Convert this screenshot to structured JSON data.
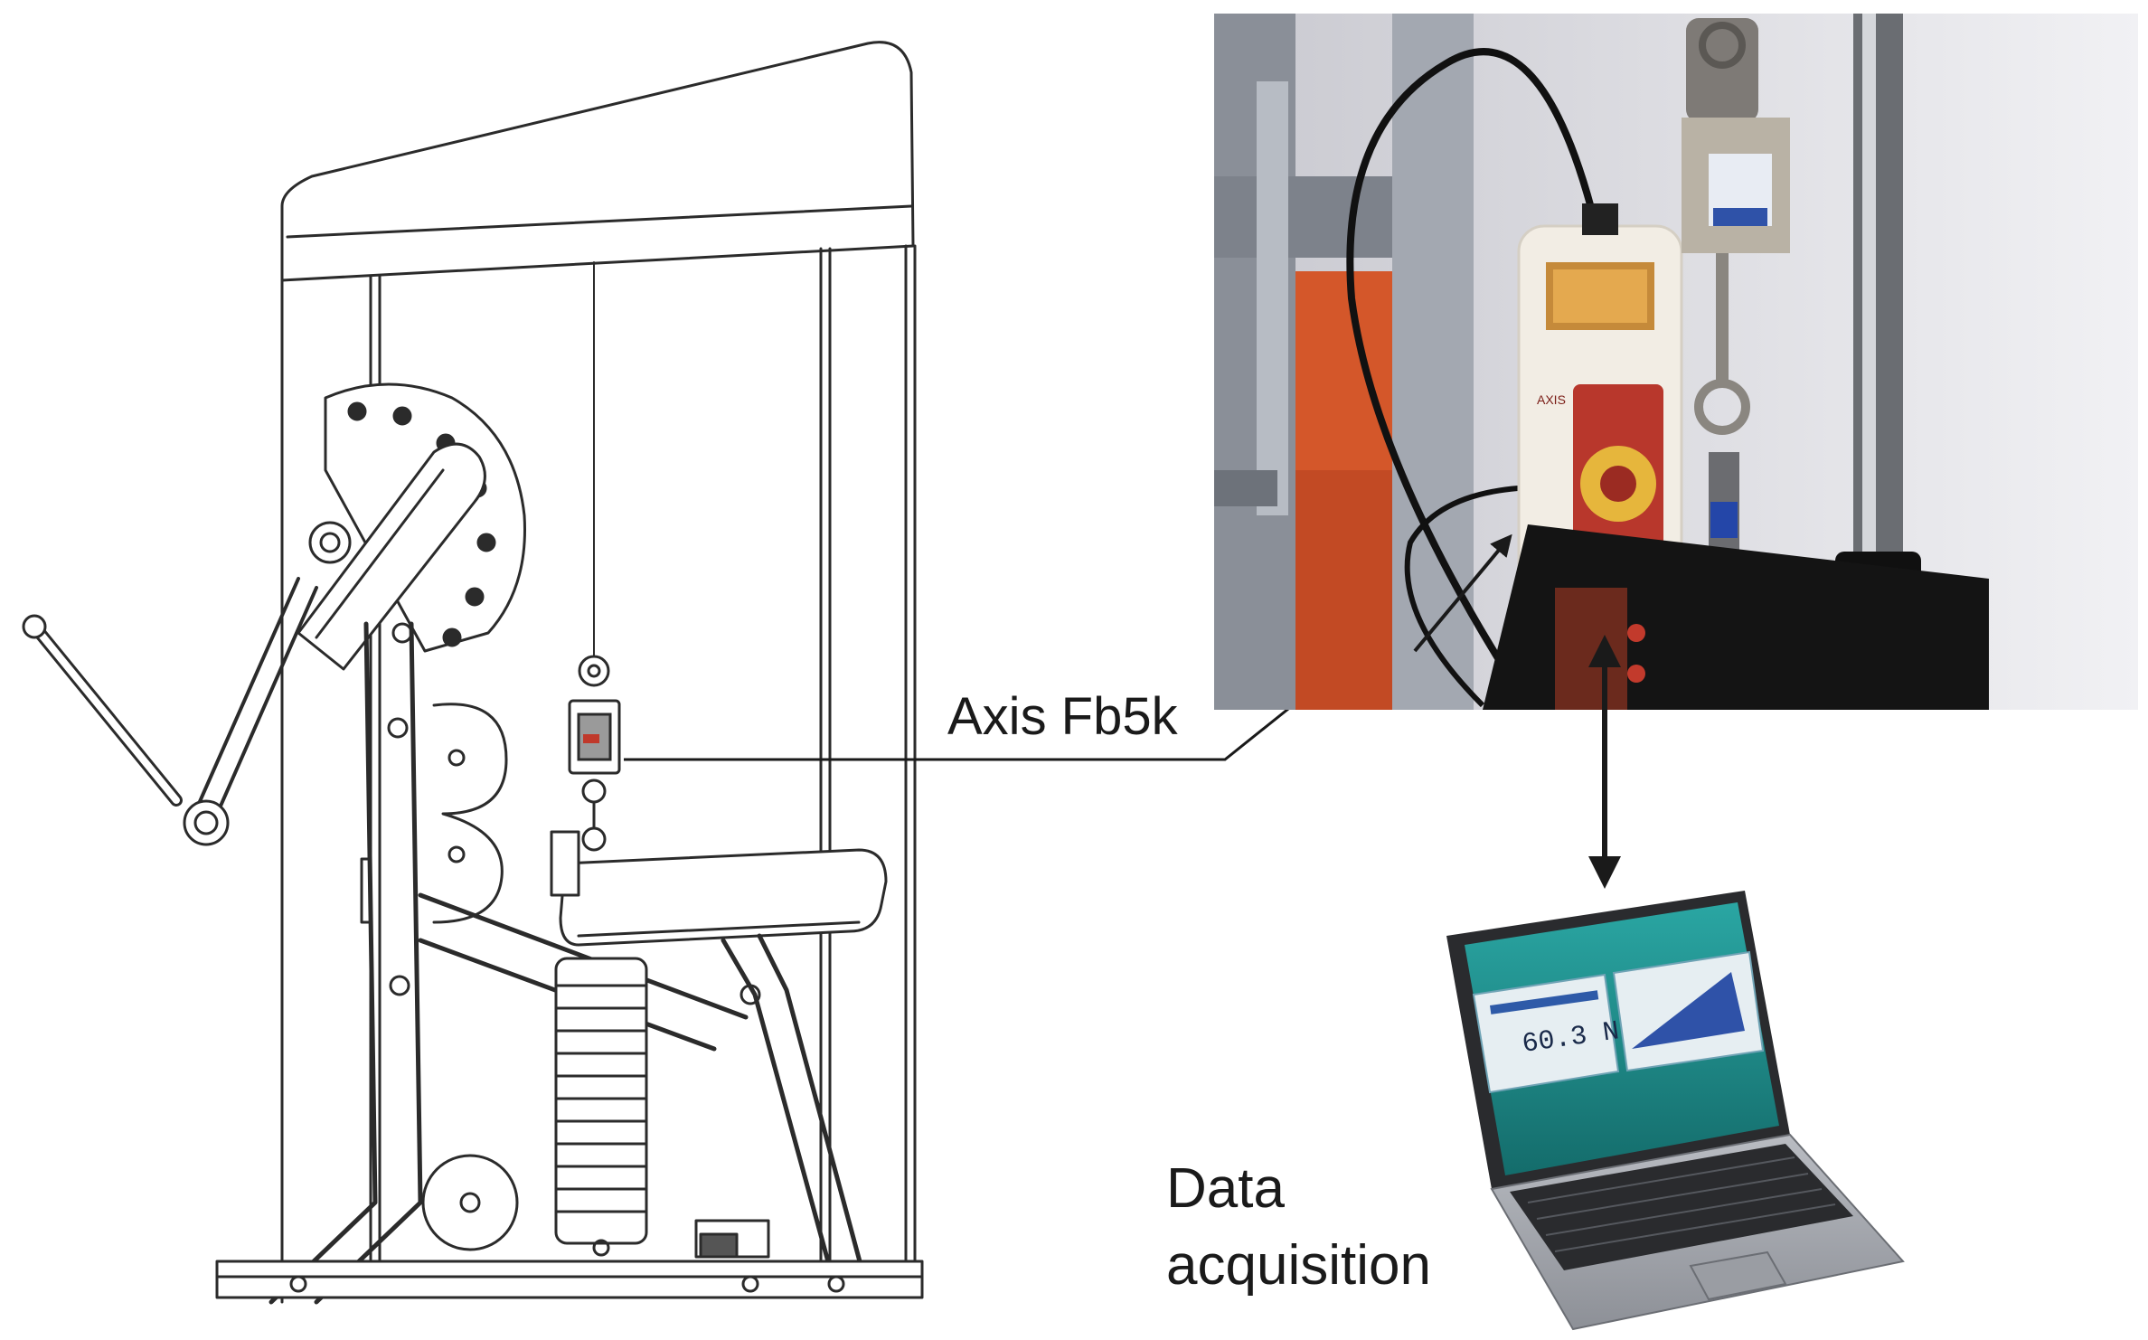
{
  "labels": {
    "sensor_label": "Axis Fb5k",
    "data_acquisition_line1": "Data",
    "data_acquisition_line2": "acquisition"
  },
  "device": {
    "brand": "AXIS"
  },
  "laptop_screen": {
    "reading": "60.3 N"
  },
  "colors": {
    "line": "#1a1a1a",
    "sketch": "#2b2b2b",
    "photo_floor": "#d4572a",
    "photo_wall": "#e9e9ee",
    "frame_grey": "#8a8f98",
    "screen_teal": "#1d8e8c",
    "chart_blue": "#2f52a8"
  },
  "icons": [
    "weight-machine-drawing",
    "load-cell-photo",
    "arrow-down-icon",
    "laptop-icon"
  ]
}
